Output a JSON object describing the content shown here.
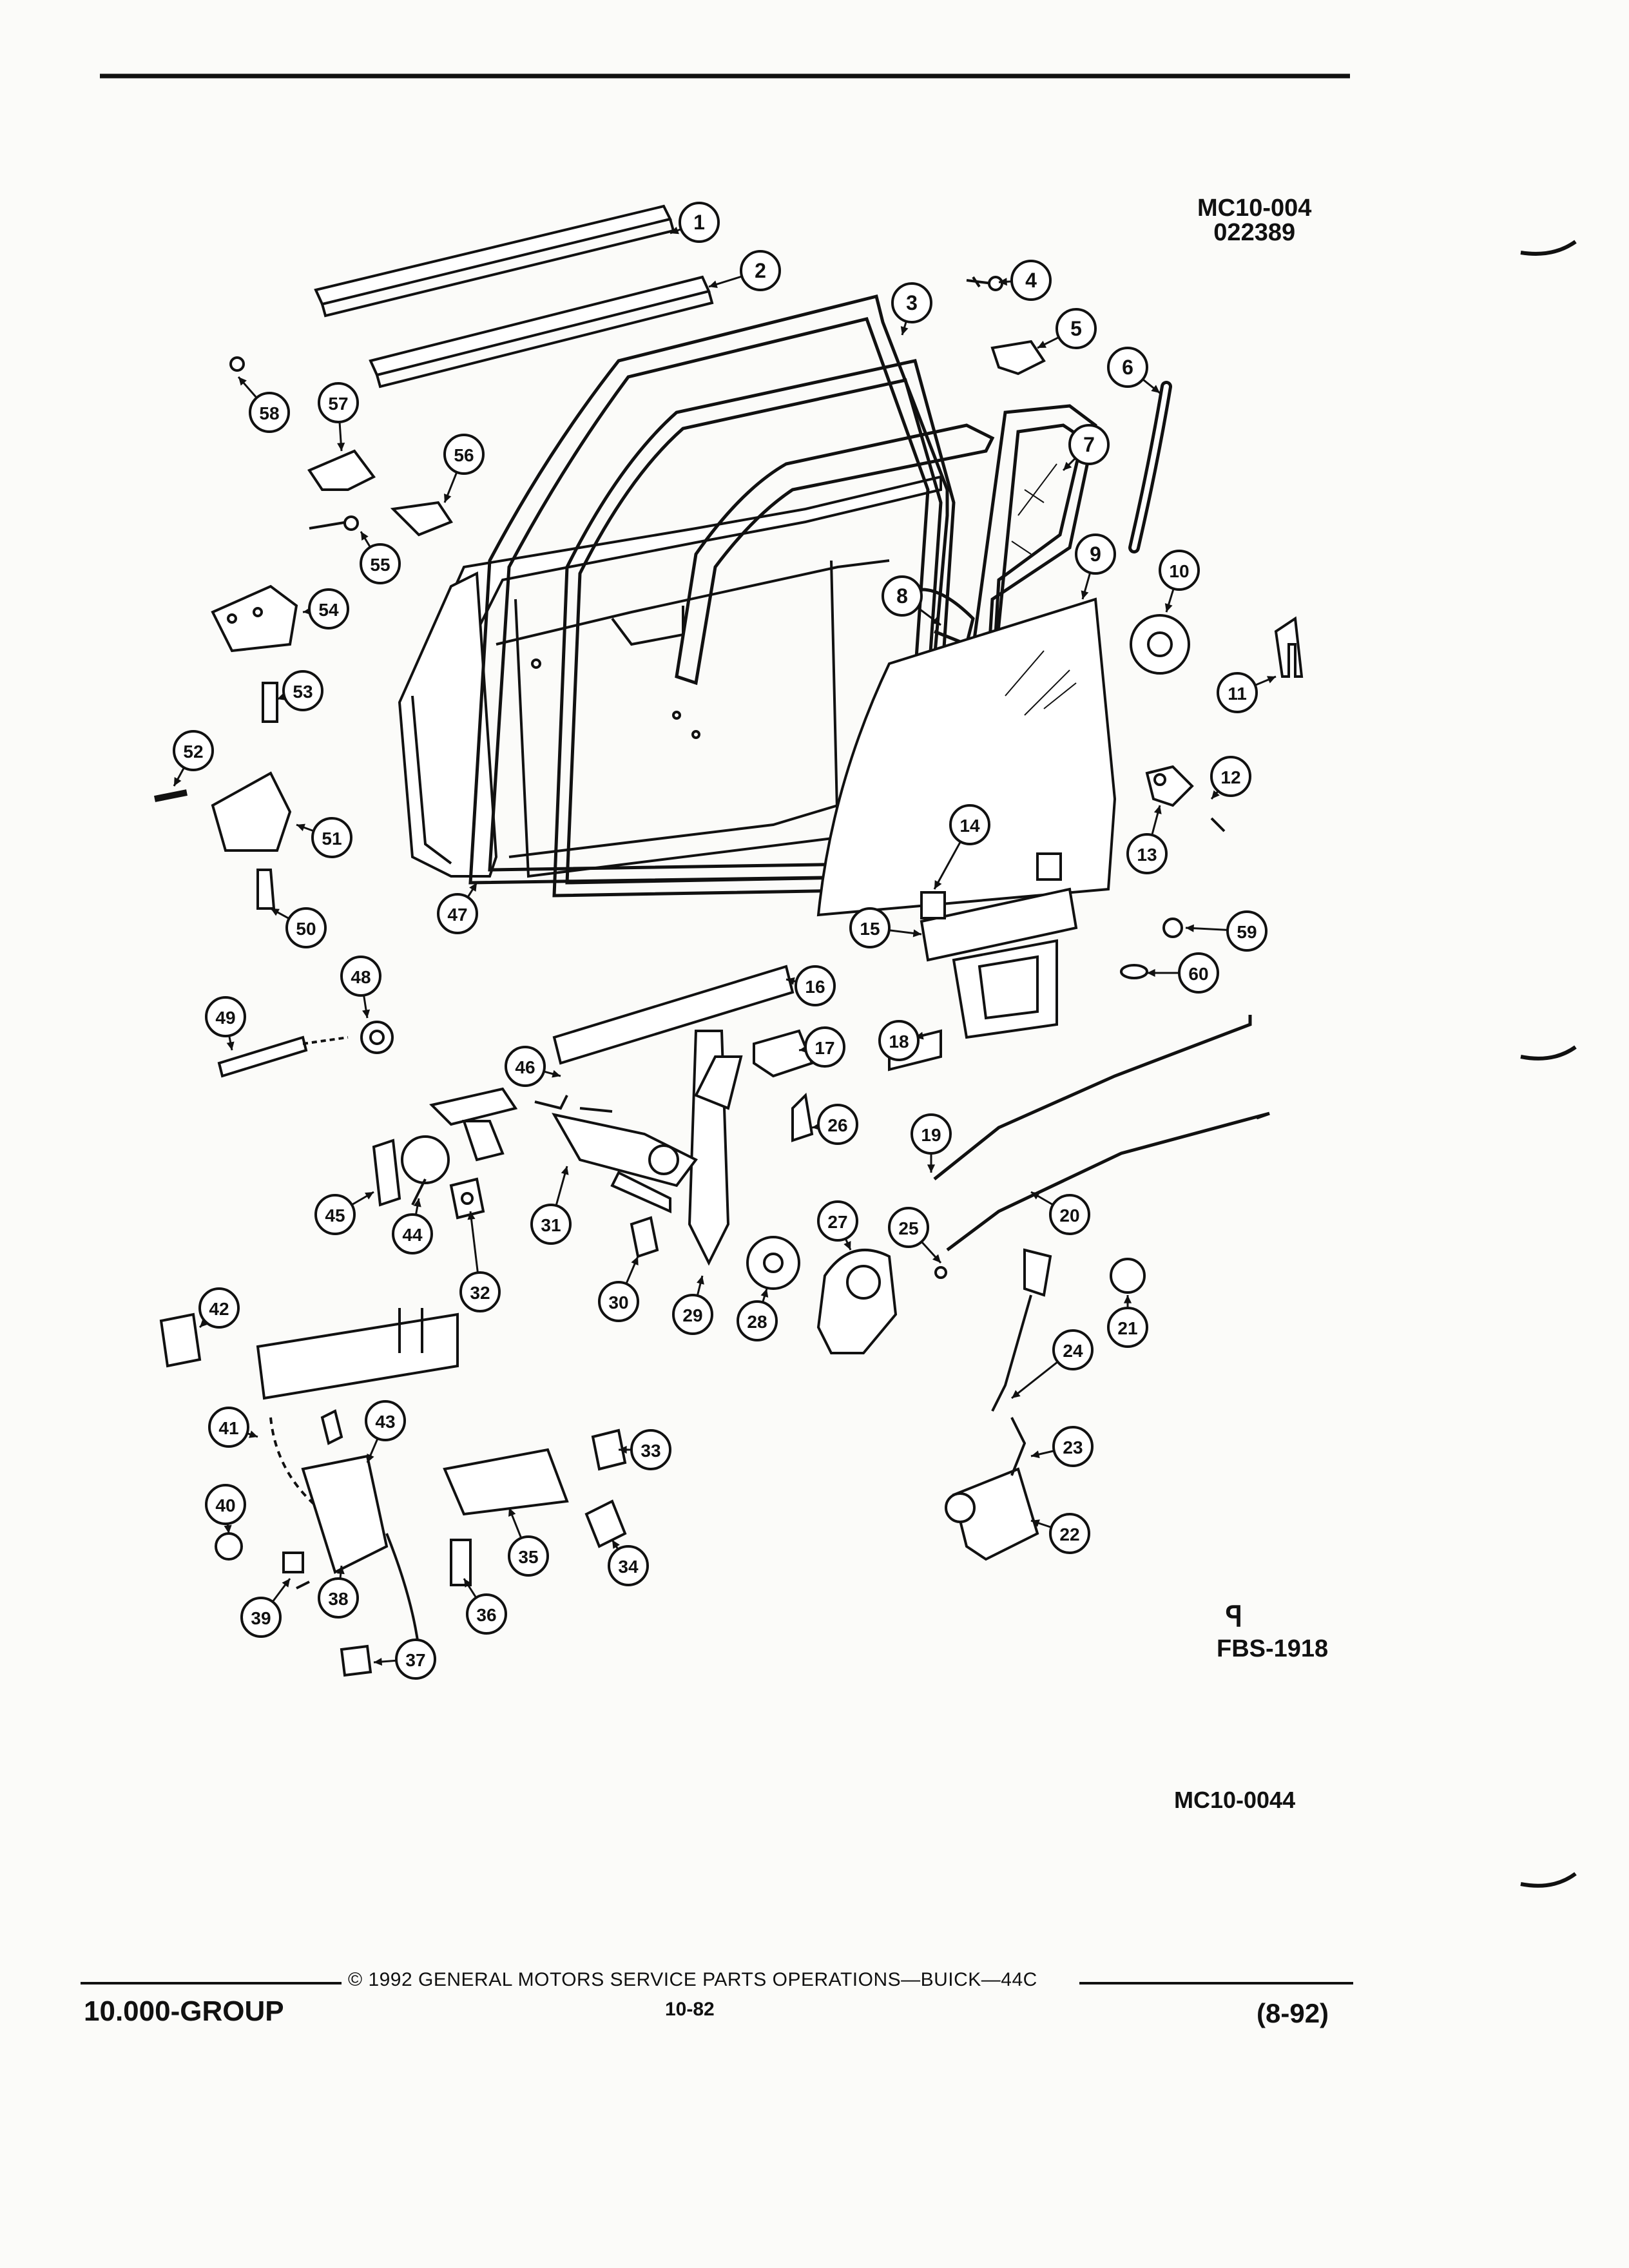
{
  "header": {
    "code_line1": "MC10-004",
    "code_line2": "022389"
  },
  "footer": {
    "group": "10.000-GROUP",
    "copyright": "© 1992 GENERAL MOTORS SERVICE PARTS OPERATIONS—BUICK—44C",
    "page_number": "10-82",
    "date": "(8-92)"
  },
  "figure": {
    "fbs_code": "FBS-1918",
    "fbs_logo": "ꟼ",
    "bottom_code": "MC10-0044"
  },
  "callouts": [
    "1",
    "2",
    "3",
    "4",
    "5",
    "6",
    "7",
    "8",
    "9",
    "10",
    "11",
    "12",
    "13",
    "14",
    "15",
    "16",
    "17",
    "18",
    "19",
    "20",
    "21",
    "22",
    "23",
    "24",
    "25",
    "26",
    "27",
    "28",
    "29",
    "30",
    "31",
    "32",
    "33",
    "34",
    "35",
    "36",
    "37",
    "38",
    "39",
    "40",
    "41",
    "42",
    "43",
    "44",
    "45",
    "46",
    "47",
    "48",
    "49",
    "50",
    "51",
    "52",
    "53",
    "54",
    "55",
    "56",
    "57",
    "58",
    "59",
    "60"
  ]
}
